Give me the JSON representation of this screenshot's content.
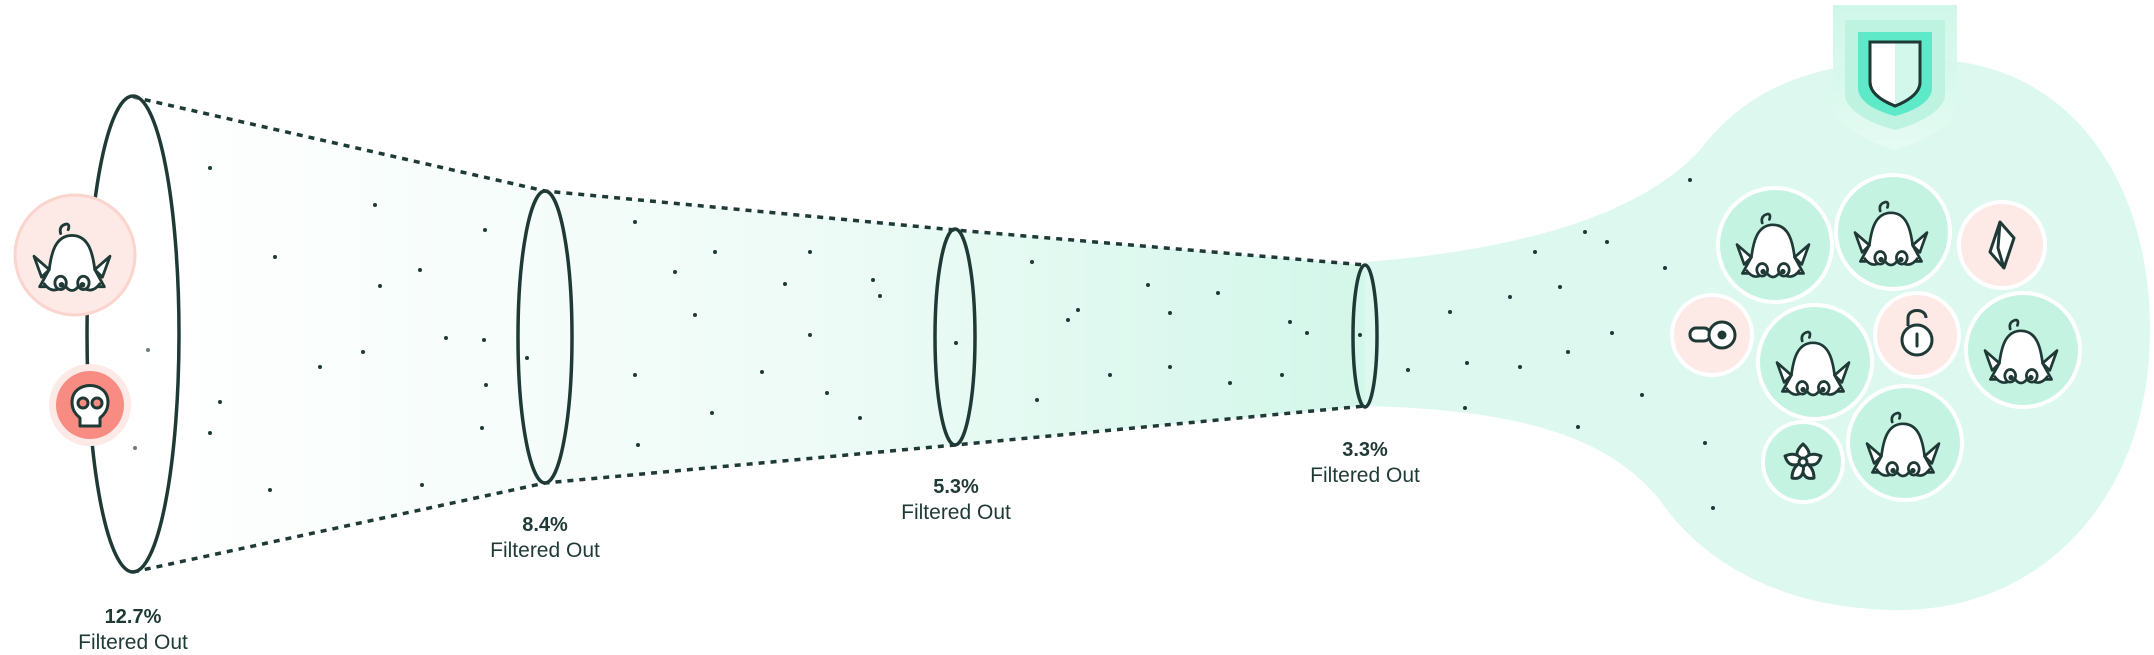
{
  "stages": [
    {
      "percent": "12.7%",
      "label": "Filtered Out"
    },
    {
      "percent": "8.4%",
      "label": "Filtered Out"
    },
    {
      "percent": "5.3%",
      "label": "Filtered Out"
    },
    {
      "percent": "3.3%",
      "label": "Filtered Out"
    }
  ],
  "icons": [
    "bell-character-icon",
    "skull-icon",
    "shield-icon",
    "crystal-icon",
    "key-icon",
    "padlock-icon",
    "flower-icon"
  ],
  "colors": {
    "stroke": "#1f3a36",
    "mint": "#d3f7ea",
    "mint_dark": "#5ee9c9",
    "pink": "#fde9e6",
    "skull_red": "#f98c82"
  }
}
